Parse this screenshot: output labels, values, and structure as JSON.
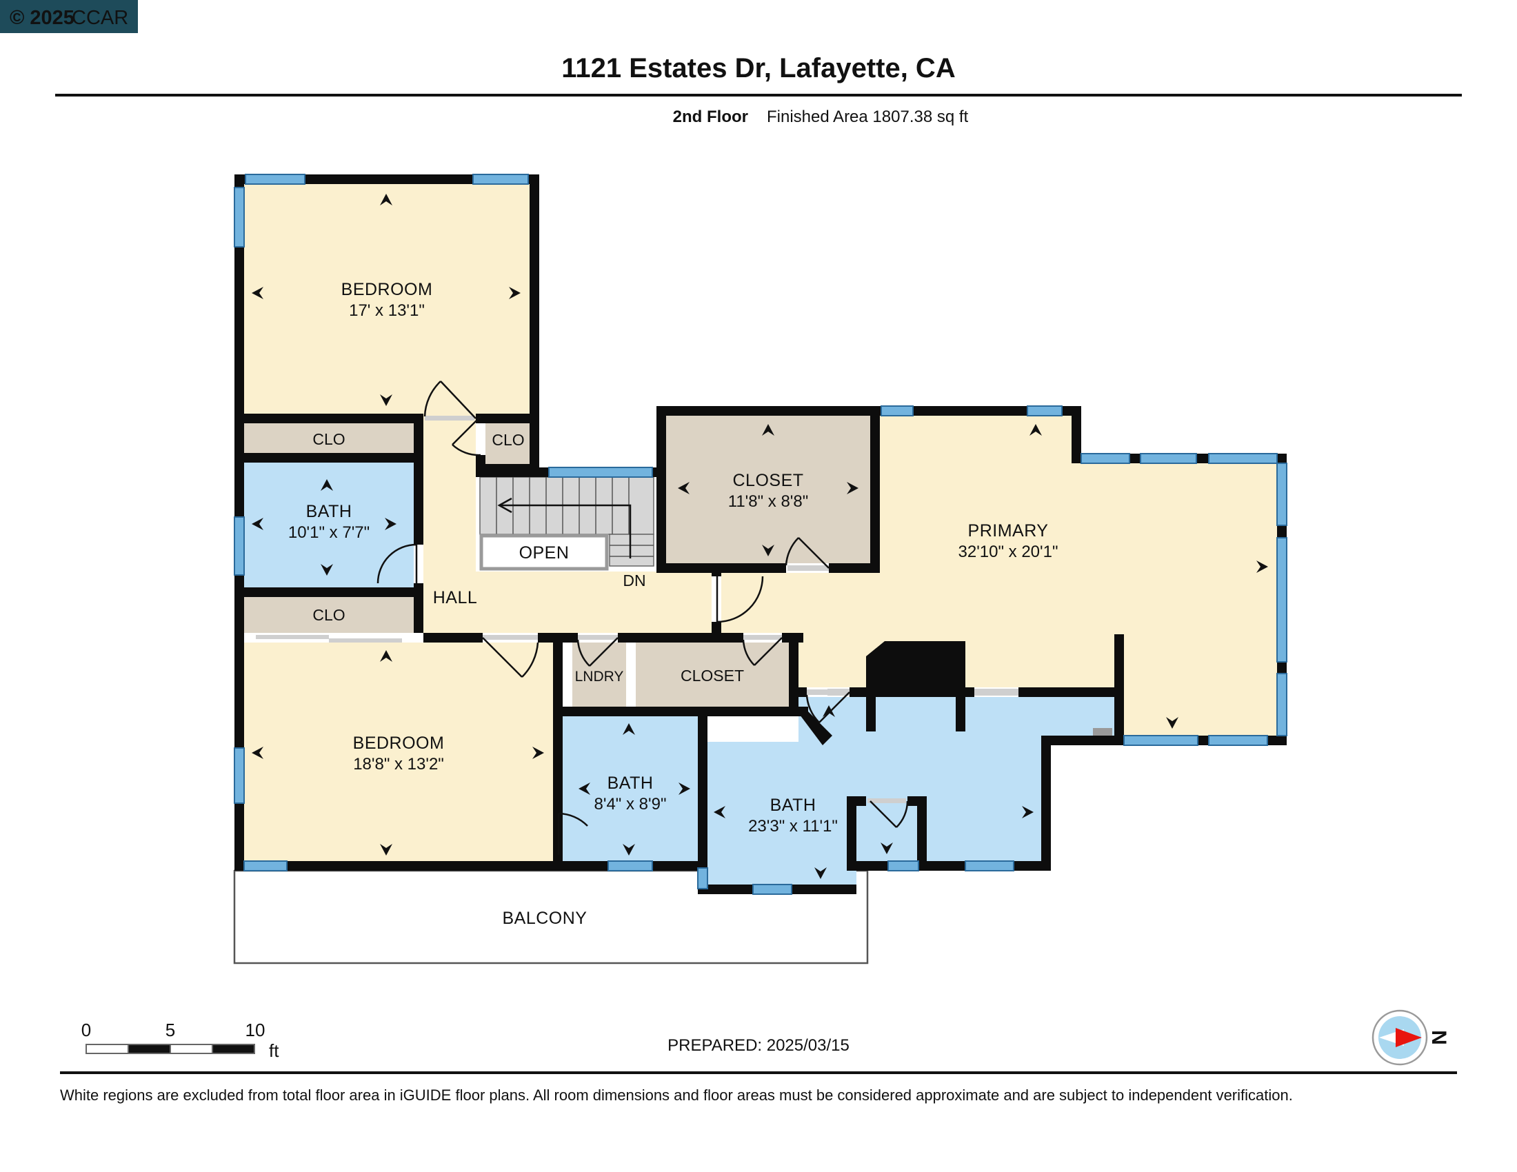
{
  "header": {
    "copyright": "© 2025",
    "brand": "CCAR",
    "title": "1121 Estates Dr, Lafayette, CA",
    "floor_label": "2nd Floor",
    "area_label": "Finished Area 1807.38 sq ft"
  },
  "rooms": {
    "bedroom1": {
      "name": "BEDROOM",
      "dims": "17' x 13'1\""
    },
    "bath1": {
      "name": "BATH",
      "dims": "10'1\" x 7'7\""
    },
    "clo1": "CLO",
    "clo2": "CLO",
    "clo3": "CLO",
    "hall": "HALL",
    "open_label": "OPEN",
    "dn_label": "DN",
    "closet_primary": {
      "name": "CLOSET",
      "dims": "11'8\" x 8'8\""
    },
    "primary": {
      "name": "PRIMARY",
      "dims": "32'10\" x 20'1\""
    },
    "lndry": "LNDRY",
    "closet2": "CLOSET",
    "bedroom2": {
      "name": "BEDROOM",
      "dims": "18'8\" x 13'2\""
    },
    "bath3": {
      "name": "BATH",
      "dims": "8'4\" x 8'9\""
    },
    "bath2": {
      "name": "BATH",
      "dims": "23'3\" x 11'1\""
    },
    "balcony": "BALCONY"
  },
  "footer": {
    "prepared": "PREPARED: 2025/03/15",
    "disclaimer": "White regions are excluded from total floor area in iGUIDE floor plans. All room dimensions and floor areas must be considered approximate and are subject to independent verification.",
    "scale_ticks": [
      "0",
      "5",
      "10"
    ],
    "scale_unit": "ft",
    "compass": "N"
  }
}
